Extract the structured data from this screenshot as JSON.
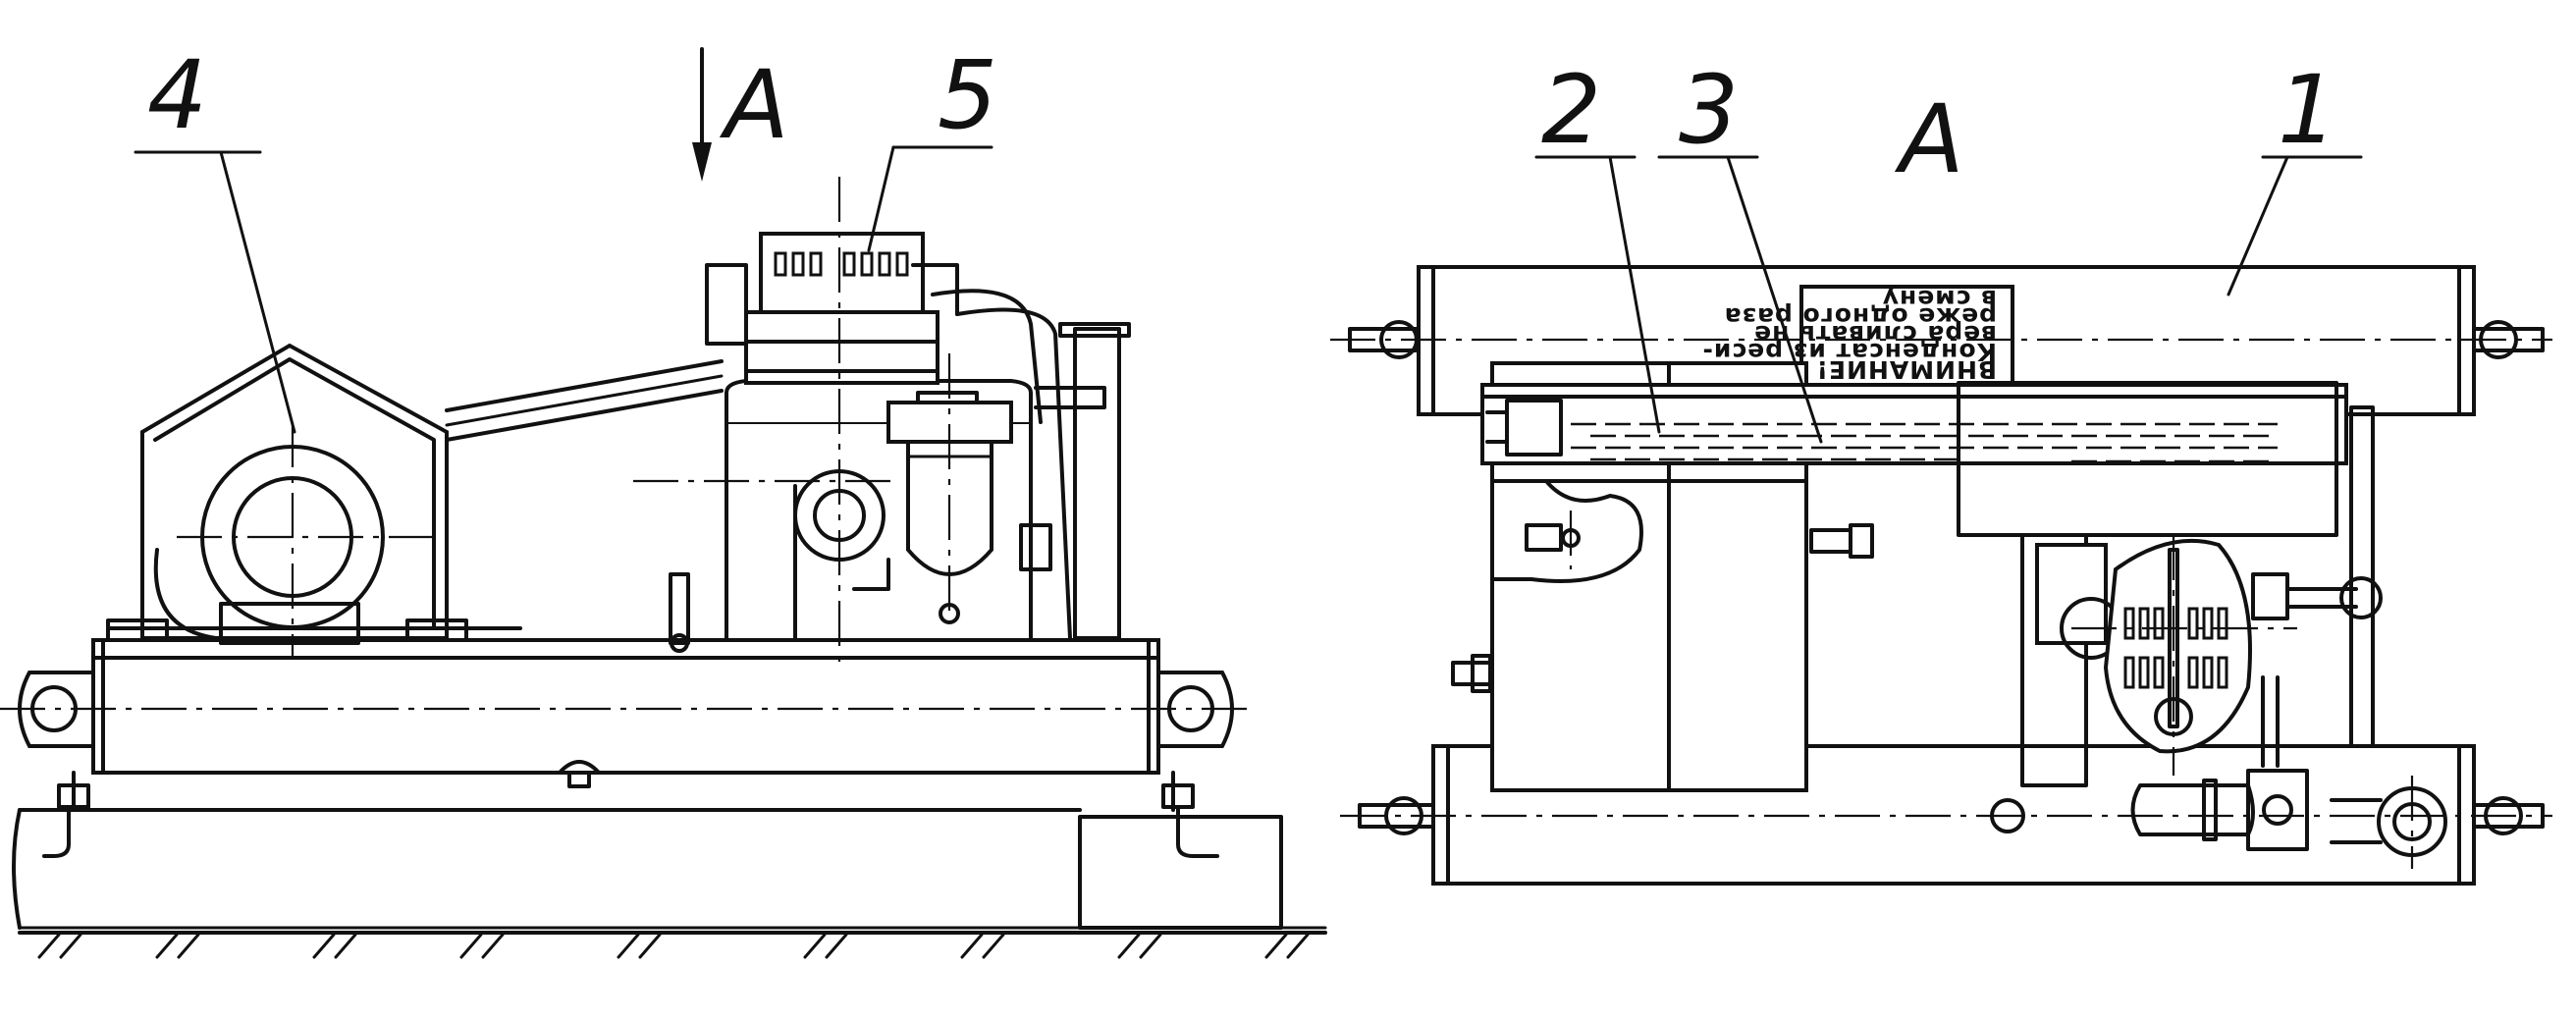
{
  "labels": {
    "p1": "1",
    "p2": "2",
    "p3": "3",
    "p4": "4",
    "p5": "5",
    "view_arrow": "A",
    "view_title": "A"
  },
  "warning_plate": {
    "line1": "ВНИМАНИЕ!",
    "line2": "Конденсат из реси-",
    "line3": "вера сливать не",
    "line4": "реже одного раза",
    "line5": "в смену"
  }
}
